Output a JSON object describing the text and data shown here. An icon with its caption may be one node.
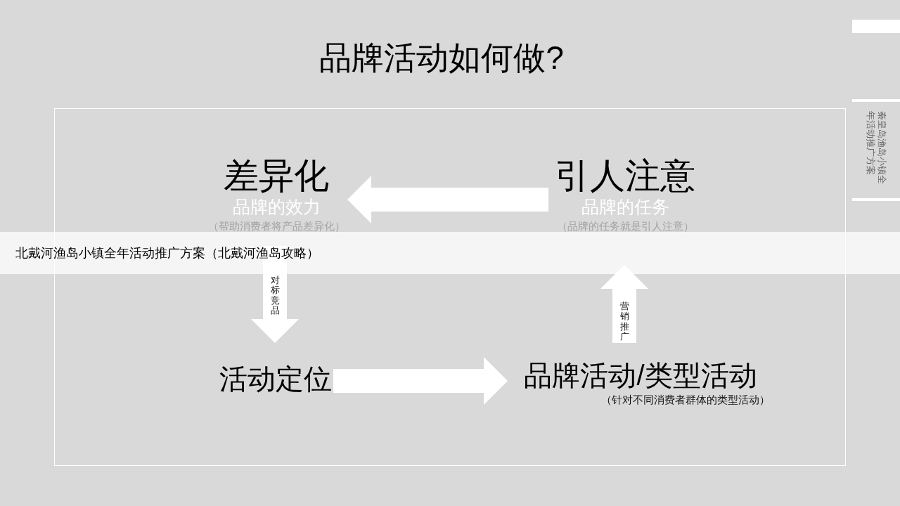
{
  "diagram": {
    "title": "品牌活动如何做?",
    "nodes": [
      {
        "text": [],
        "shape": "box"
      },
      {
        "text": [
          "差异化",
          "品牌的效力",
          "（帮助消费者将产品差异化）"
        ],
        "in": 0
      },
      {
        "text": [
          "引人注意",
          "品牌的任务",
          "（品牌的任务就是引人注意）"
        ],
        "in": 0
      },
      {
        "text": [
          "活动定位"
        ],
        "in": 0
      },
      {
        "text": [
          "品牌活动/类型活动",
          "（针对不同消费者群体的类型活动）"
        ],
        "in": 0
      }
    ],
    "edges": [
      {
        "from": 2,
        "to": 1,
        "arrow": "to"
      },
      {
        "from": 1,
        "to": 3,
        "arrow": "to",
        "label": "对标竞品"
      },
      {
        "from": 3,
        "to": 4,
        "arrow": "to"
      },
      {
        "from": 4,
        "to": 2,
        "arrow": "to",
        "label": "营销推广"
      }
    ],
    "labels": [
      "北戴河渔岛小镇全年活动推广方案（北戴河渔岛攻略）",
      "秦皇岛渔岛小镇全年活动推广方案"
    ]
  }
}
